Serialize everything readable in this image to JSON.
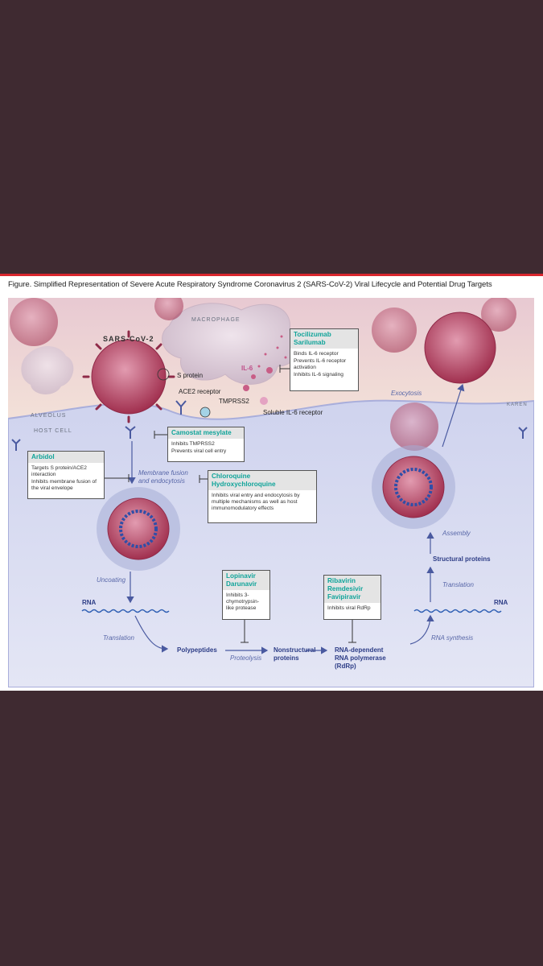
{
  "caption": "Figure. Simplified Representation of Severe Acute Respiratory Syndrome Coronavirus 2 (SARS-CoV-2) Viral Lifecycle and Potential Drug Targets",
  "labels": {
    "macrophage": "MACROPHAGE",
    "sars_cov_2": "SARS-CoV-2",
    "s_protein": "S protein",
    "ace2_receptor": "ACE2 receptor",
    "tmprss2": "TMPRSS2",
    "il6": "IL-6",
    "soluble_il6": "Soluble IL-6 receptor",
    "alveolus": "ALVEOLUS",
    "host_cell": "HOST CELL",
    "karen": "KAREN",
    "membrane_fusion": "Membrane fusion",
    "and_endocytosis": "and endocytosis",
    "uncoating": "Uncoating",
    "rna_left": "RNA",
    "translation_left": "Translation",
    "polypeptides": "Polypeptides",
    "proteolysis": "Proteolysis",
    "nonstructural_1": "Nonstructural",
    "nonstructural_2": "proteins",
    "rdrp_1": "RNA-dependent",
    "rdrp_2": "RNA polymerase",
    "rdrp_3": "(RdRp)",
    "rna_synthesis": "RNA synthesis",
    "rna_right": "RNA",
    "translation_right": "Translation",
    "structural_proteins": "Structural proteins",
    "assembly": "Assembly",
    "exocytosis": "Exocytosis"
  },
  "boxes": {
    "tocilizumab": {
      "title1": "Tocilizumab",
      "title2": "Sarilumab",
      "lines": [
        "Binds IL-6 receptor",
        "Prevents IL-6 receptor activation",
        "Inhibits IL-6 signaling"
      ]
    },
    "camostat": {
      "title1": "Camostat mesylate",
      "lines": [
        "Inhibits TMPRSS2",
        "Prevents viral cell entry"
      ]
    },
    "arbidol": {
      "title1": "Arbidol",
      "lines": [
        "Targets S protein/ACE2 interaction",
        "Inhibits membrane fusion of the viral envelope"
      ]
    },
    "chloroquine": {
      "title1": "Chloroquine",
      "title2": "Hydroxychloroquine",
      "lines": [
        "Inhibits viral entry and endocytosis by multiple mechanisms as well as host immunomodulatory effects"
      ]
    },
    "lopinavir": {
      "title1": "Lopinavir",
      "title2": "Darunavir",
      "lines": [
        "Inhibits 3-chymotrypsin-like protease"
      ]
    },
    "ribavirin": {
      "title1": "Ribavirin",
      "title2": "Remdesivir",
      "title3": "Favipiravir",
      "lines": [
        "Inhibits viral RdRp"
      ]
    }
  },
  "colors": {
    "background": "#3f2a31",
    "accent_red": "#d9262e",
    "drug_teal": "#10a49a",
    "flow_blue": "#2d3d86",
    "virus": "#b23a5f",
    "cell": "#d9dcf0"
  }
}
